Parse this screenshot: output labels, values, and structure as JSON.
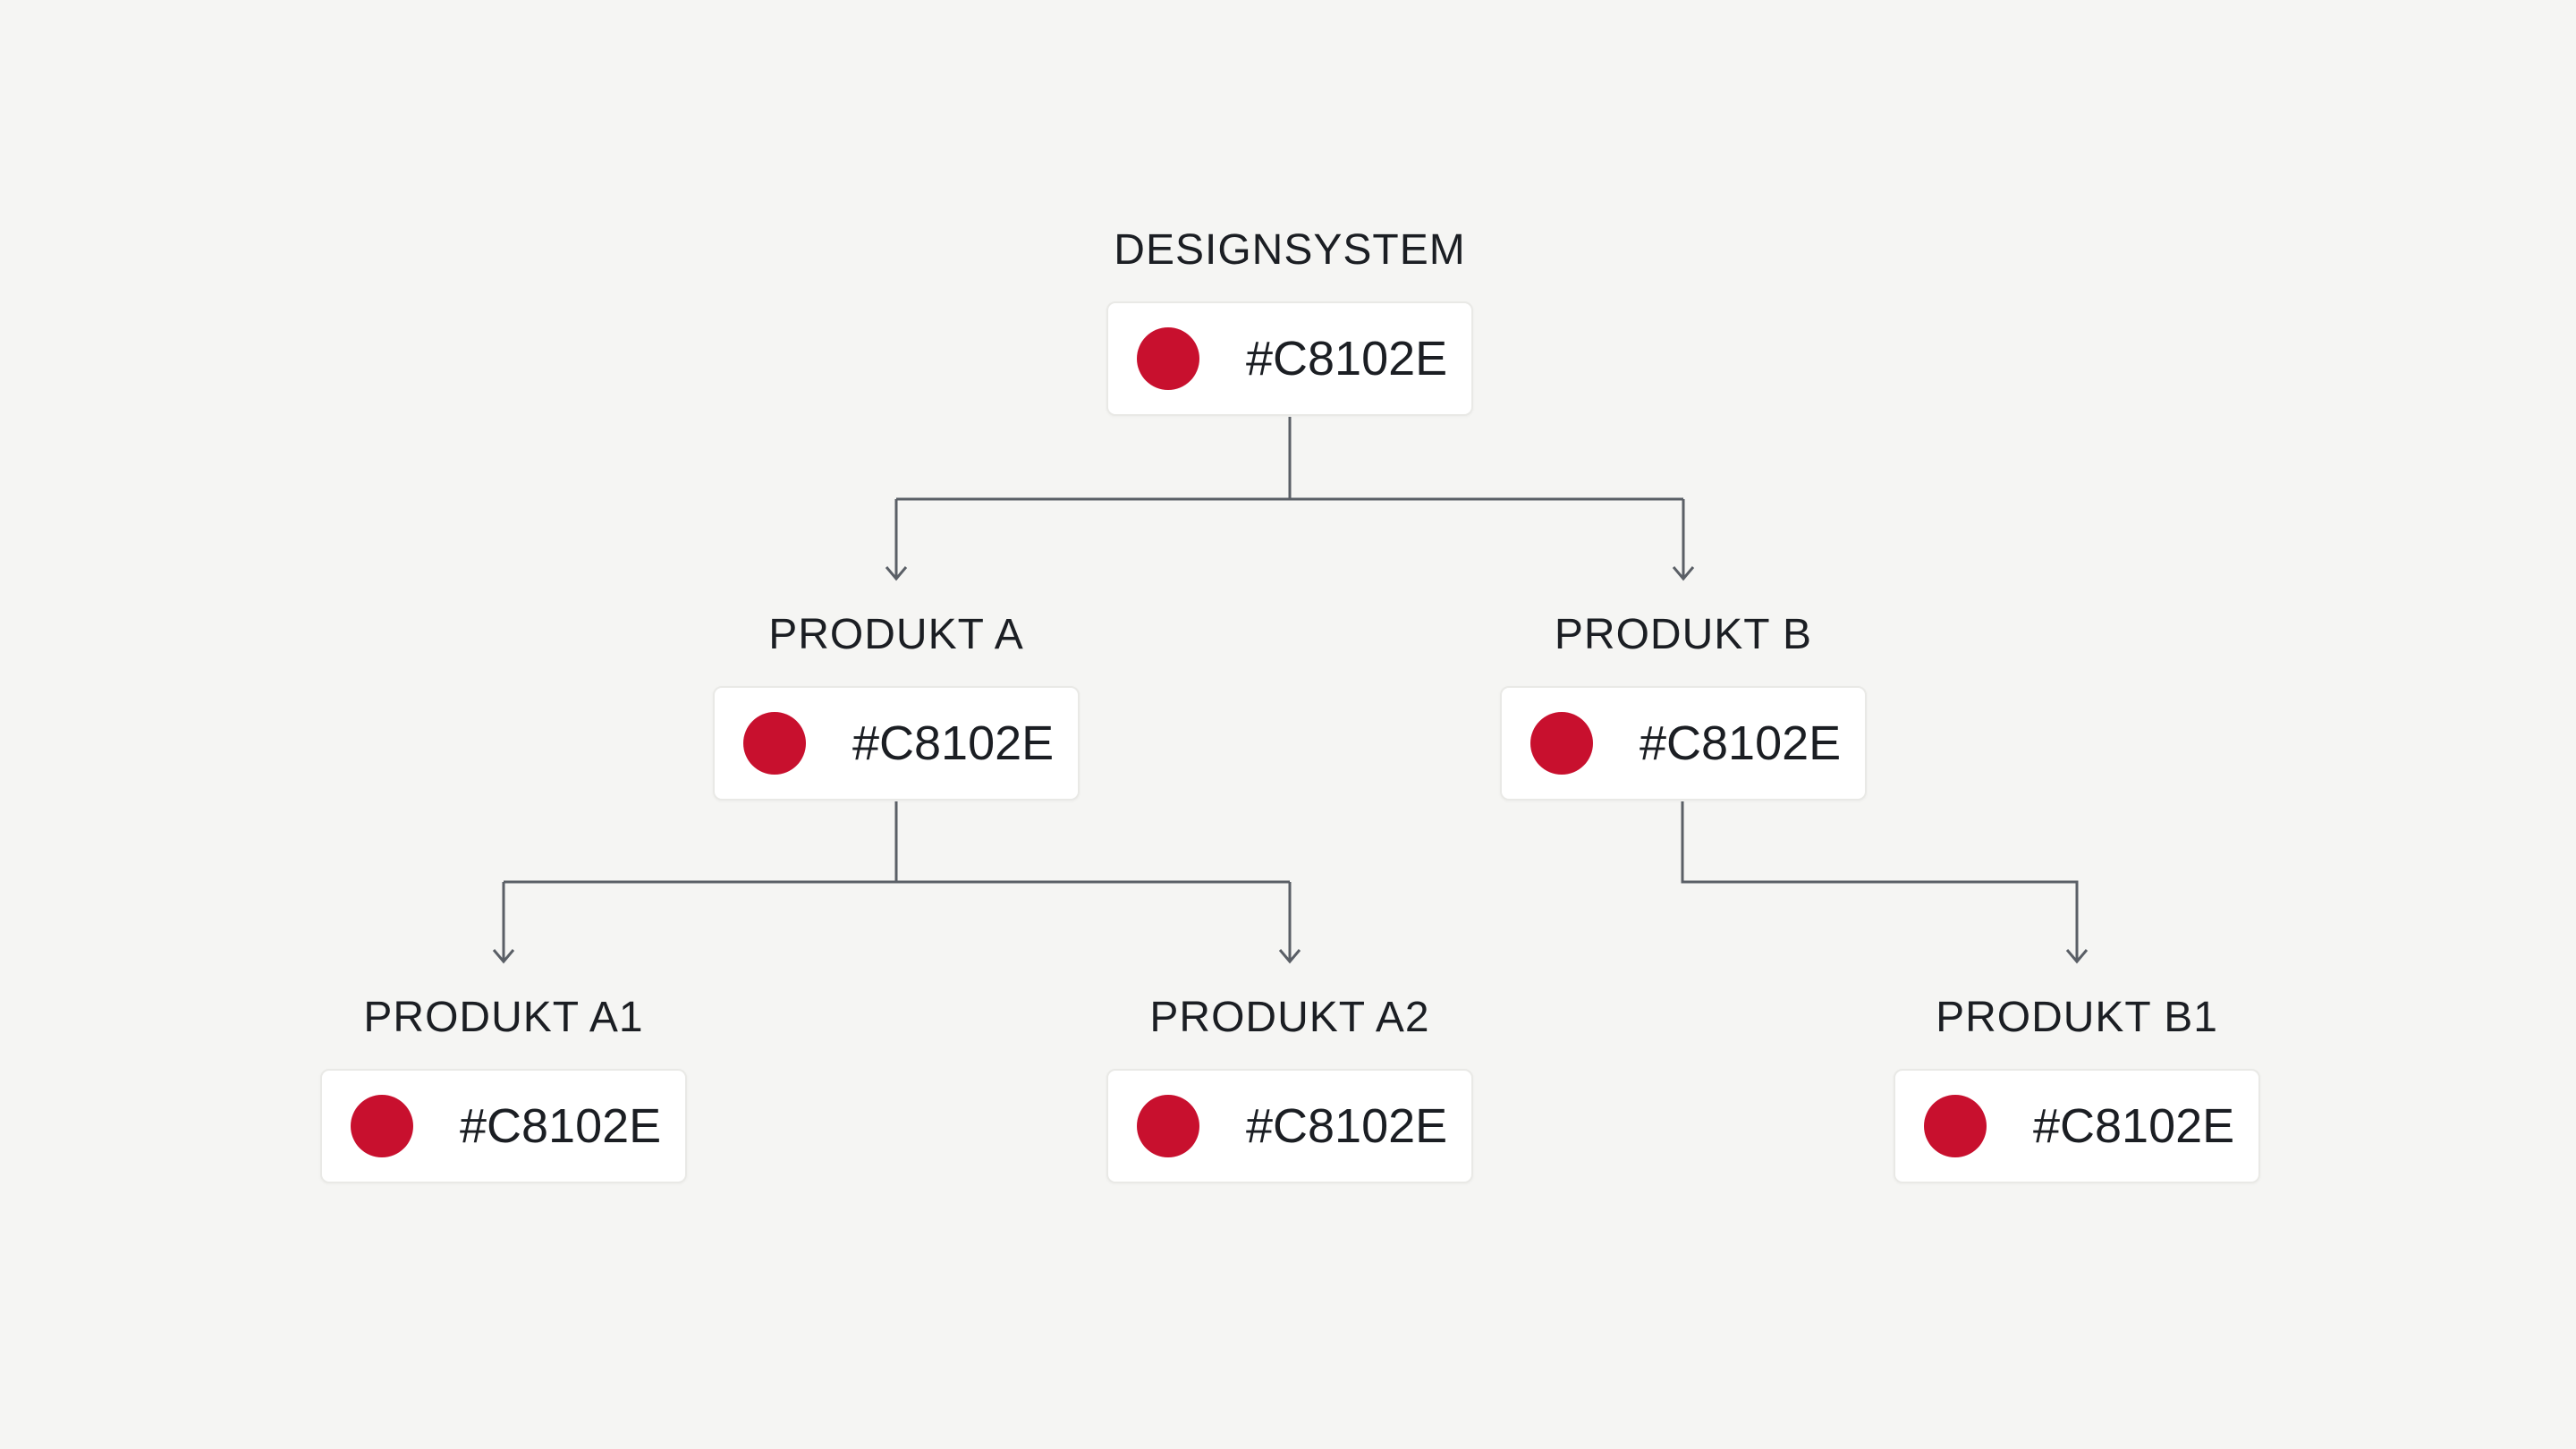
{
  "diagram": {
    "background_color": "#F5F5F3",
    "connector_color": "#5A5F66",
    "card_background": "#FFFFFF",
    "card_border_color": "#E9E9E6",
    "text_color": "#1B1E23",
    "accent_color": "#C8102E"
  },
  "nodes": [
    {
      "id": "designsystem",
      "label": "DESIGNSYSTEM",
      "hex": "#C8102E",
      "swatch_color": "#C8102E",
      "parent": null
    },
    {
      "id": "produkt-a",
      "label": "PRODUKT A",
      "hex": "#C8102E",
      "swatch_color": "#C8102E",
      "parent": "designsystem"
    },
    {
      "id": "produkt-b",
      "label": "PRODUKT B",
      "hex": "#C8102E",
      "swatch_color": "#C8102E",
      "parent": "designsystem"
    },
    {
      "id": "produkt-a1",
      "label": "PRODUKT A1",
      "hex": "#C8102E",
      "swatch_color": "#C8102E",
      "parent": "produkt-a"
    },
    {
      "id": "produkt-a2",
      "label": "PRODUKT A2",
      "hex": "#C8102E",
      "swatch_color": "#C8102E",
      "parent": "produkt-a"
    },
    {
      "id": "produkt-b1",
      "label": "PRODUKT B1",
      "hex": "#C8102E",
      "swatch_color": "#C8102E",
      "parent": "produkt-b"
    }
  ]
}
